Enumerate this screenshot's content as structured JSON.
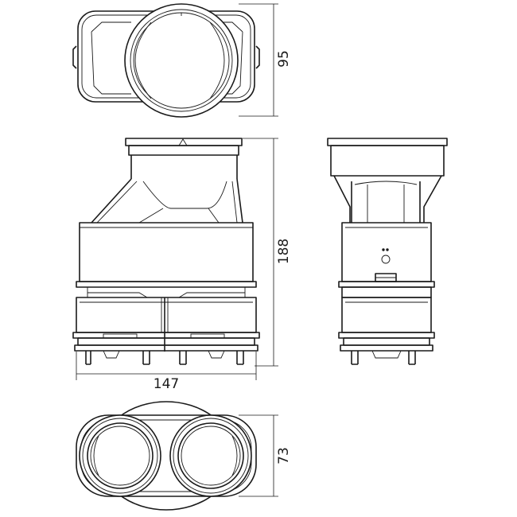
{
  "dimensions": {
    "top_height": "95",
    "front_height": "188",
    "front_width": "147",
    "bottom_height": "73"
  }
}
